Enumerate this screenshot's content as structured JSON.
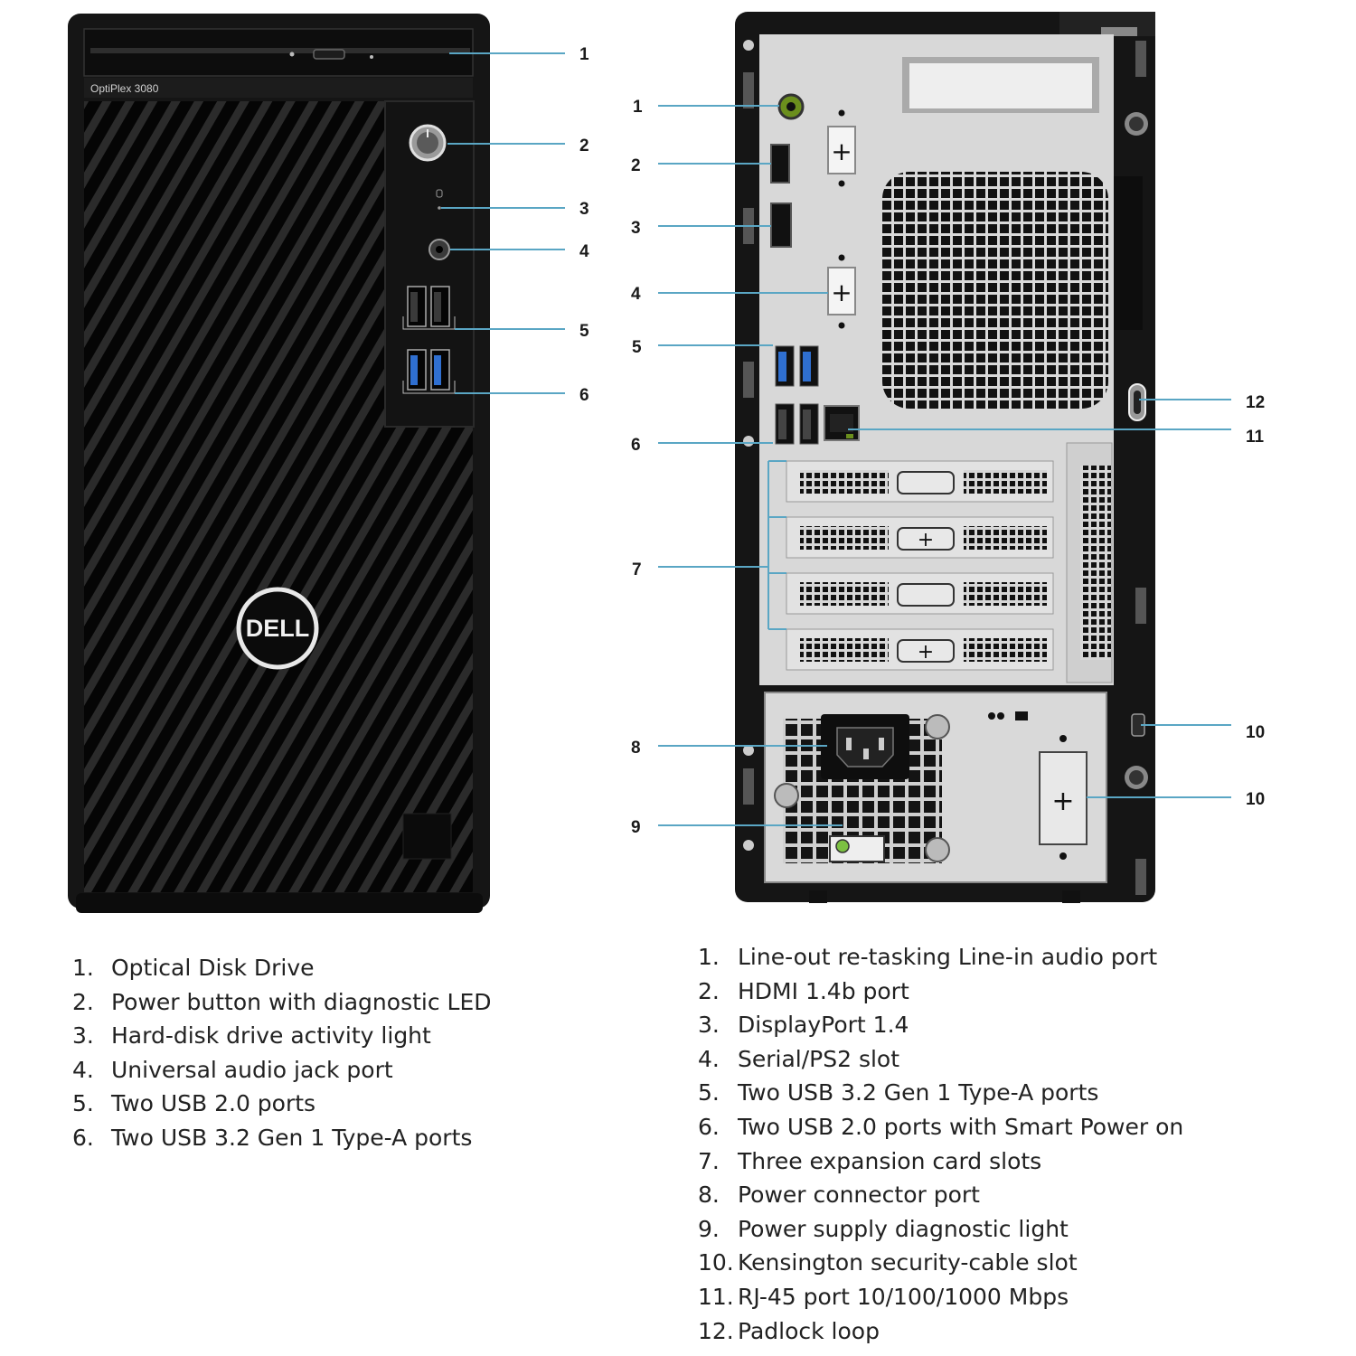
{
  "front": {
    "model_label": "OptiPlex 3080",
    "brand_logo": "DELL",
    "callouts": [
      "1",
      "2",
      "3",
      "4",
      "5",
      "6"
    ],
    "legend": [
      {
        "num": "1.",
        "text": "Optical Disk Drive"
      },
      {
        "num": "2.",
        "text": "Power button with diagnostic LED"
      },
      {
        "num": "3.",
        "text": "Hard-disk drive activity light"
      },
      {
        "num": "4.",
        "text": "Universal audio jack port"
      },
      {
        "num": "5.",
        "text": "Two USB 2.0 ports"
      },
      {
        "num": "6.",
        "text": "Two USB 3.2 Gen 1 Type-A ports"
      }
    ]
  },
  "rear": {
    "callouts_left": [
      "1",
      "2",
      "3",
      "4",
      "5",
      "6",
      "7",
      "8",
      "9"
    ],
    "callouts_right": [
      "12",
      "11",
      "10",
      "10"
    ],
    "legend": [
      {
        "num": "1.",
        "text": "Line-out re-tasking Line-in audio port"
      },
      {
        "num": "2.",
        "text": "HDMI 1.4b port"
      },
      {
        "num": "3.",
        "text": "DisplayPort 1.4"
      },
      {
        "num": "4.",
        "text": "Serial/PS2 slot"
      },
      {
        "num": "5.",
        "text": "Two USB 3.2 Gen 1 Type-A ports"
      },
      {
        "num": "6.",
        "text": "Two USB 2.0 ports with Smart Power on"
      },
      {
        "num": "7.",
        "text": "Three expansion card slots"
      },
      {
        "num": "8.",
        "text": "Power connector port"
      },
      {
        "num": "9.",
        "text": "Power supply diagnostic light"
      },
      {
        "num": "10.",
        "text": "Kensington security-cable slot"
      },
      {
        "num": "11.",
        "text": "RJ-45 port 10/100/1000 Mbps"
      },
      {
        "num": "12.",
        "text": "Padlock loop"
      }
    ]
  },
  "colors": {
    "leader": "#5aa6c4",
    "chassis": "#151515",
    "rear_panel": "#d8d8d8",
    "usb3": "#2f6fd0"
  },
  "icons": [
    "power-button-icon",
    "audio-jack-icon",
    "usb-port-icon",
    "hdmi-port-icon",
    "displayport-icon",
    "rj45-port-icon",
    "power-socket-icon",
    "diagnostic-led-icon",
    "kensington-slot-icon",
    "padlock-loop-icon"
  ]
}
